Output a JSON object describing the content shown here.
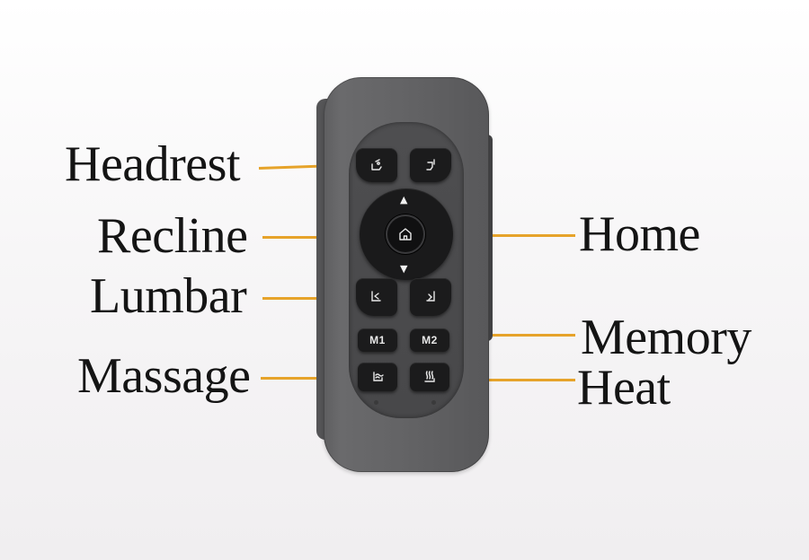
{
  "labels": {
    "headrest": "Headrest",
    "recline": "Recline",
    "lumbar": "Lumbar",
    "massage": "Massage",
    "home": "Home",
    "memory": "Memory",
    "heat": "Heat"
  },
  "buttons": {
    "m1": "M1",
    "m2": "M2",
    "up_arrow": "▲",
    "down_arrow": "▼"
  },
  "icons": {
    "headrest_left": "headrest-up-icon",
    "headrest_right": "headrest-down-icon",
    "home": "home-icon",
    "lumbar_left": "lumbar-out-icon",
    "lumbar_right": "lumbar-in-icon",
    "massage": "massage-icon",
    "heat": "heat-icon"
  },
  "colors": {
    "leader": "#e6a32a",
    "remote_body": "#636365",
    "button": "#1b1b1c"
  }
}
